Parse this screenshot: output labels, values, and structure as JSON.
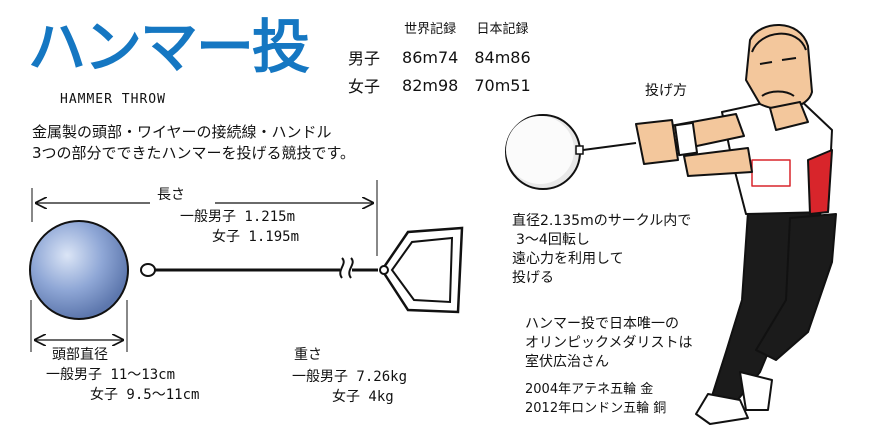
{
  "title": "ハンマー投",
  "subtitle": "HAMMER THROW",
  "records": {
    "headers": [
      "世界記録",
      "日本記録"
    ],
    "rows": [
      {
        "label": "男子",
        "world": "86m74",
        "japan": "84m86"
      },
      {
        "label": "女子",
        "world": "82m98",
        "japan": "70m51"
      }
    ]
  },
  "intro": {
    "line1": "金属製の頭部・ワイヤーの接続線・ハンドル",
    "line2": "3つの部分でできたハンマーを投げる競技です。"
  },
  "length": {
    "heading": "長さ",
    "men": "一般男子 1.215m",
    "women": "女子 1.195m"
  },
  "diameter": {
    "heading": "頭部直径",
    "men": "一般男子 11〜13cm",
    "women": "女子 9.5〜11cm"
  },
  "weight": {
    "heading": "重さ",
    "men": "一般男子 7.26kg",
    "women": "女子 4kg"
  },
  "throw": {
    "heading": "投げ方",
    "lines": [
      "直径2.135mのサークル内で",
      "3〜4回転し",
      "遠心力を利用して",
      "投げる"
    ]
  },
  "athlete": {
    "lines": [
      "ハンマー投で日本唯一の",
      "オリンピックメダリストは",
      "室伏広治さん"
    ],
    "medals": [
      "2004年アテネ五輪 金",
      "2012年ロンドン五輪 銅"
    ]
  },
  "colors": {
    "title": "#1577c2",
    "ball": "#8fa7d6",
    "shirt_stripe": "#d8252b"
  }
}
